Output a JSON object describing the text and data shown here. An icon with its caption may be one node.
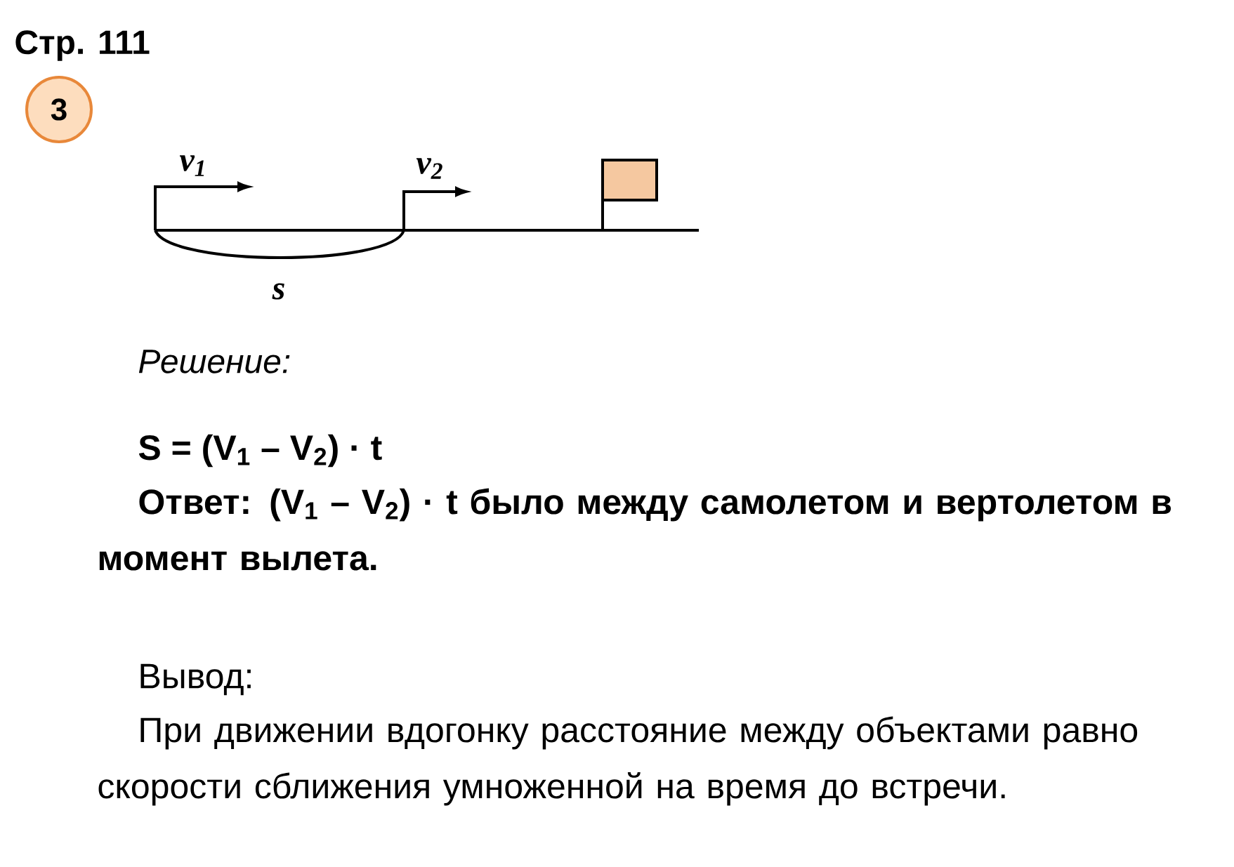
{
  "diagram": {
    "title": "Стр. 111",
    "nodes": [
      {
        "text": [
          "3"
        ]
      }
    ],
    "labels": [
      "v$_{1}$",
      "v$_{2}$",
      "s",
      "Решение:",
      "S = (V$_{1}$ – V$_{2}$) · t",
      "Ответ: (V$_{1}$ – V$_{2}$) · t было между самолетом и вертолетом в момент вылета.",
      "Вывод:",
      "При движении вдогонку расстояние между объектами равно скорости сближения умноженной на время до встречи."
    ]
  }
}
